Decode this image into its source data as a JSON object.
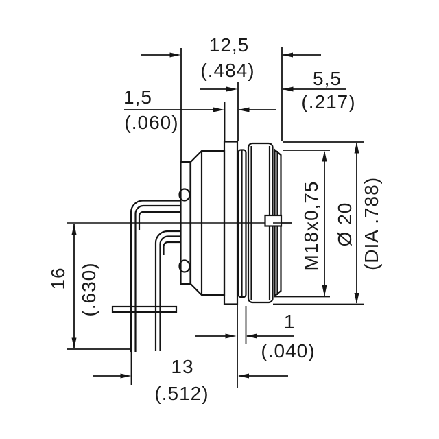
{
  "dimensions": {
    "body_depth": {
      "metric": "12,5",
      "imperial": "(.484)"
    },
    "bushing_length": {
      "metric": "5,5",
      "imperial": "(.217)"
    },
    "step": {
      "metric": "1,5",
      "imperial": "(.060)"
    },
    "thread": {
      "spec": "M18x0,75"
    },
    "diameter": {
      "metric": "Ø 20",
      "imperial": "(DIA .788)"
    },
    "terminal_length": {
      "metric": "16",
      "imperial": "(.630)"
    },
    "face_offset": {
      "metric": "1",
      "imperial": "(.040)"
    },
    "terminal_reach": {
      "metric": "13",
      "imperial": "(.512)"
    }
  }
}
